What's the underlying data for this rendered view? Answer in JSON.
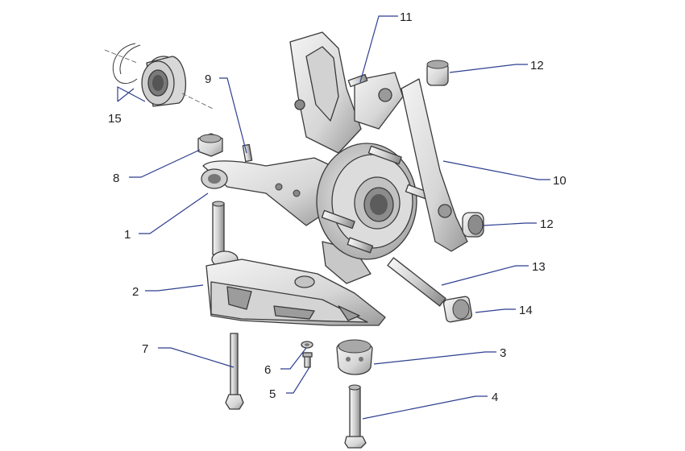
{
  "diagram": {
    "callouts": [
      {
        "id": "c1",
        "text": "1"
      },
      {
        "id": "c2",
        "text": "2"
      },
      {
        "id": "c3",
        "text": "3"
      },
      {
        "id": "c4",
        "text": "4"
      },
      {
        "id": "c5",
        "text": "5"
      },
      {
        "id": "c6",
        "text": "6"
      },
      {
        "id": "c7",
        "text": "7"
      },
      {
        "id": "c8",
        "text": "8"
      },
      {
        "id": "c9",
        "text": "9"
      },
      {
        "id": "c10",
        "text": "10"
      },
      {
        "id": "c11",
        "text": "11"
      },
      {
        "id": "c12a",
        "text": "12"
      },
      {
        "id": "c12b",
        "text": "12"
      },
      {
        "id": "c13",
        "text": "13"
      },
      {
        "id": "c14",
        "text": "14"
      },
      {
        "id": "c15",
        "text": "15"
      }
    ],
    "colors": {
      "leader": "#2e3f8f",
      "metal_light": "#e9e9e9",
      "metal_mid": "#c9c9c9",
      "metal_dark": "#8a8a8a",
      "background": "#ffffff"
    }
  }
}
